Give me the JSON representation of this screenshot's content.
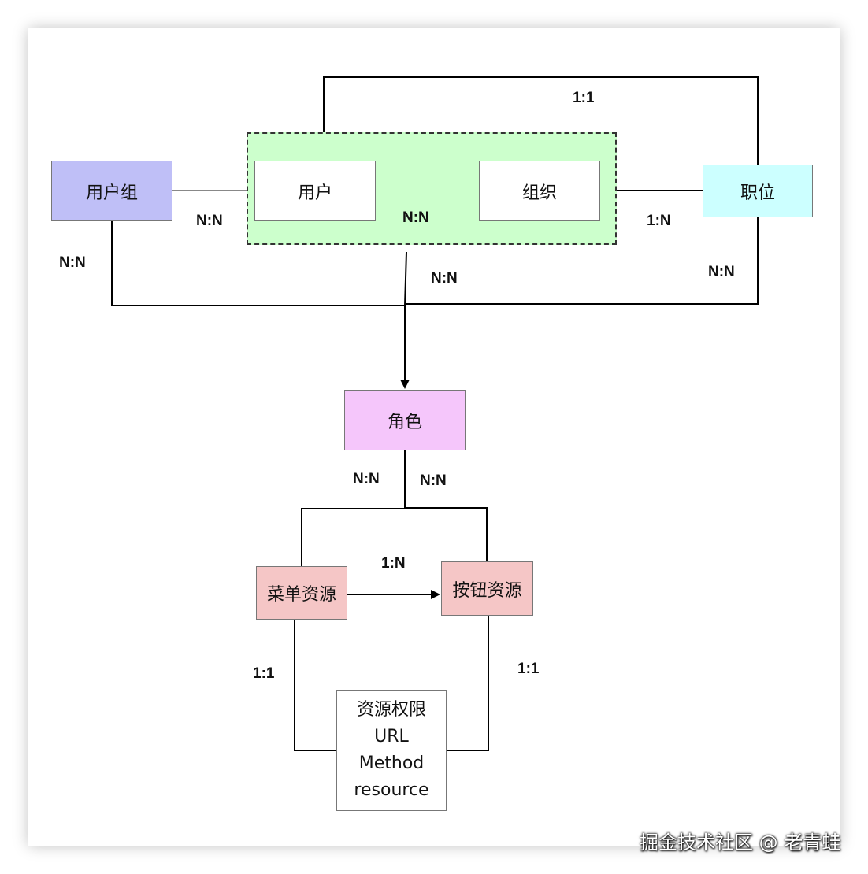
{
  "nodes": {
    "user_group": "用户组",
    "user": "用户",
    "org": "组织",
    "position": "职位",
    "role": "角色",
    "menu": "菜单资源",
    "button": "按钮资源",
    "resource_lines": [
      "资源权限",
      "URL",
      "Method",
      "resource"
    ]
  },
  "labels": {
    "position_top": "1:1",
    "group_user": "N:N",
    "user_org": "N:N",
    "org_position": "1:N",
    "group_role": "N:N",
    "center_role": "N:N",
    "position_role": "N:N",
    "role_menu": "N:N",
    "role_button": "N:N",
    "menu_button": "1:N",
    "menu_res": "1:1",
    "button_res": "1:1"
  },
  "colors": {
    "user_group": "#bfbff7",
    "group_box": "#ccffcc",
    "position": "#ccffff",
    "role": "#f5c6fb",
    "resource": "#f5c6c6"
  },
  "watermark": "掘金技术社区 @ 老青蛙"
}
